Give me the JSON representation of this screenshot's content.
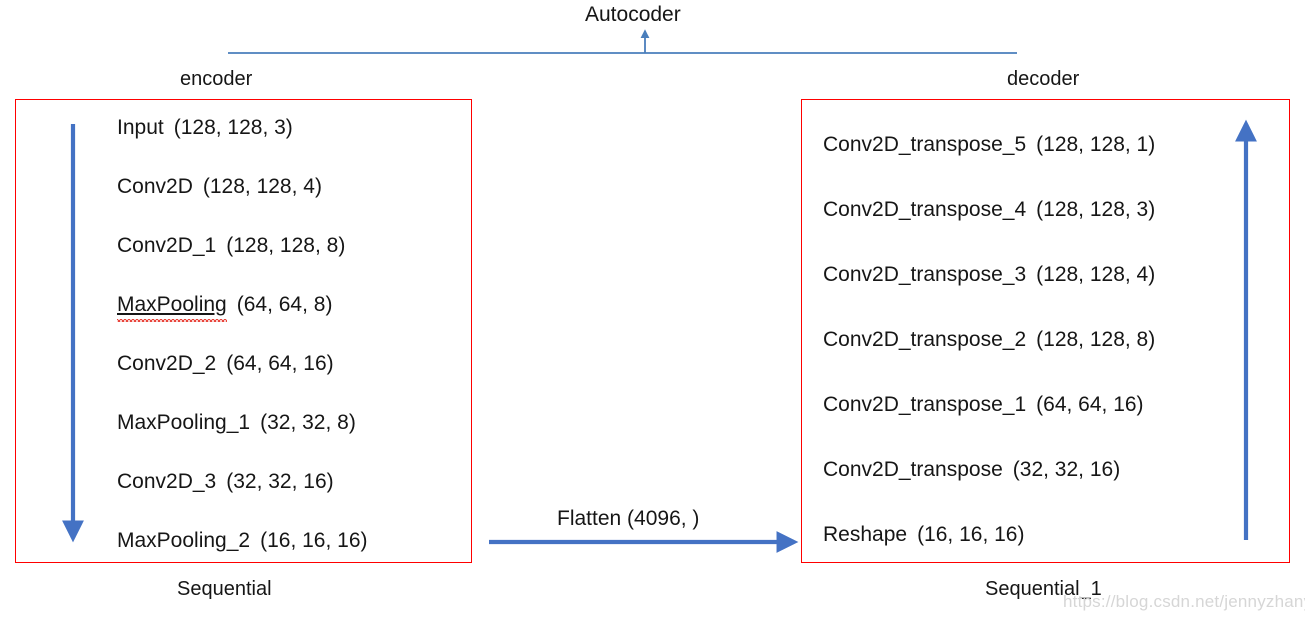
{
  "diagram": {
    "title": "Autocoder",
    "encoder": {
      "group_label": "encoder",
      "footer_label": "Sequential",
      "layers": [
        {
          "name": "Input",
          "shape": "(128, 128, 3)"
        },
        {
          "name": "Conv2D",
          "shape": "(128, 128, 4)"
        },
        {
          "name": "Conv2D_1",
          "shape": "(128, 128, 8)"
        },
        {
          "name": "MaxPooling",
          "shape": "(64, 64, 8)"
        },
        {
          "name": "Conv2D_2",
          "shape": "(64, 64, 16)"
        },
        {
          "name": "MaxPooling_1",
          "shape": "(32, 32, 8)"
        },
        {
          "name": "Conv2D_3",
          "shape": "(32, 32, 16)"
        },
        {
          "name": "MaxPooling_2",
          "shape": "(16, 16, 16)"
        }
      ]
    },
    "decoder": {
      "group_label": "decoder",
      "footer_label": "Sequential_1",
      "layers": [
        {
          "name": "Conv2D_transpose_5",
          "shape": "(128, 128, 1)"
        },
        {
          "name": "Conv2D_transpose_4",
          "shape": "(128, 128, 3)"
        },
        {
          "name": "Conv2D_transpose_3",
          "shape": "(128, 128, 4)"
        },
        {
          "name": "Conv2D_transpose_2",
          "shape": "(128, 128, 8)"
        },
        {
          "name": "Conv2D_transpose_1",
          "shape": "(64, 64, 16)"
        },
        {
          "name": "Conv2D_transpose",
          "shape": "(32, 32, 16)"
        },
        {
          "name": "Reshape",
          "shape": "(16, 16, 16)"
        }
      ]
    },
    "connector": {
      "flatten_label": "Flatten (4096, )"
    },
    "watermark": "https://blog.csdn.net/jennyzhanyc",
    "colors": {
      "box_border": "#ff0000",
      "arrow_blue": "#4472c4",
      "bracket_blue": "#4a7ebb",
      "text": "#161616",
      "spellcheck_red": "#e8453c",
      "watermark": "#d6d6d6"
    }
  }
}
